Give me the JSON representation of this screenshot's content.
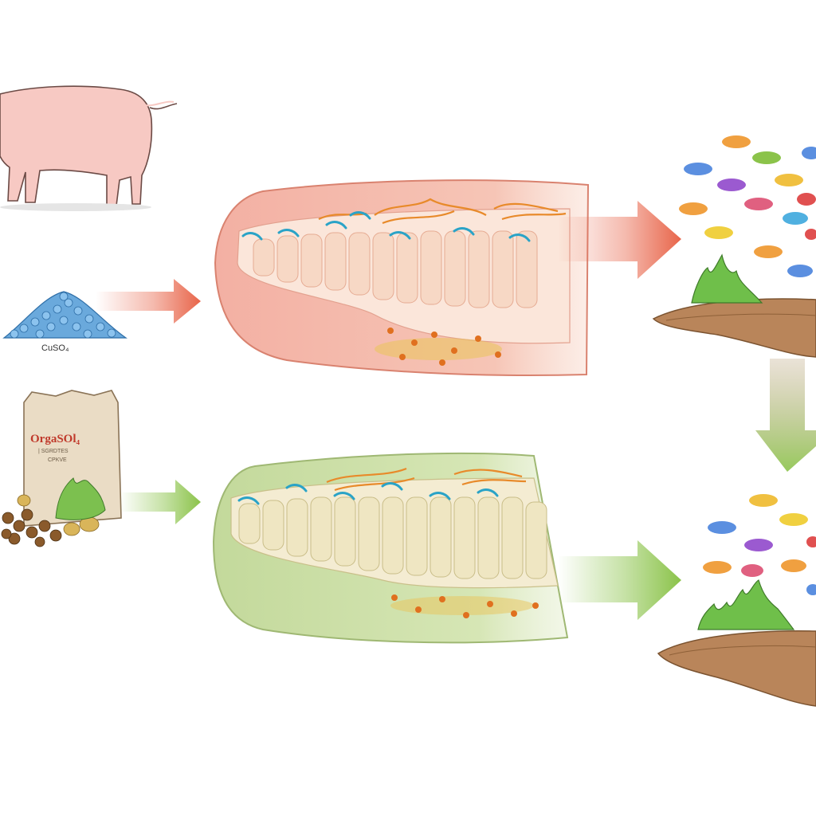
{
  "labels": {
    "cuso4": "CuSO₄",
    "bag_brand": "OrgaSOl₄",
    "bag_sub_line1": "| SGRDTES",
    "bag_sub_line2": "CPKVE"
  },
  "colors": {
    "pig": "#f7c9c3",
    "cuso4_crystals": "#6aa9dc",
    "inorganic_arrow": "#e8654a",
    "organic_arrow": "#8bc34a",
    "inorganic_gut": "#f3b7a9",
    "organic_gut": "#cfe1a8",
    "soil": "#b9855a",
    "plant": "#6fbf4a"
  },
  "icons": [
    "pig-icon",
    "cuso4-crystal-pile-icon",
    "organic-mineral-bag-icon",
    "gut-cross-section-icon",
    "soil-plant-icon",
    "microbe-icon",
    "arrow-right-icon",
    "arrow-down-icon"
  ]
}
